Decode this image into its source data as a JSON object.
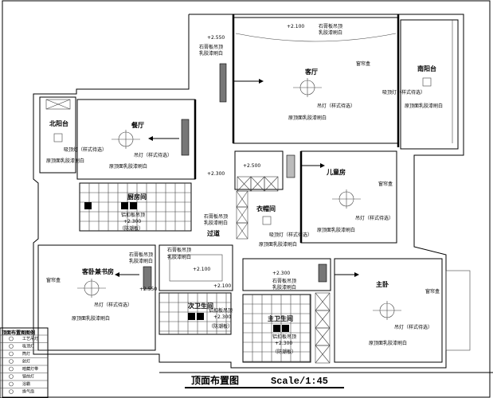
{
  "title": "顶面布置图",
  "scale": "Scale/1:45",
  "rooms": {
    "living": "客厅",
    "dining": "餐厅",
    "north_balcony": "北阳台",
    "south_balcony": "南阳台",
    "kitchen": "厨房间",
    "corridor": "过道",
    "cloakroom": "衣帽间",
    "kids_room": "儿童房",
    "guest_study": "客卧兼书房",
    "second_bath": "次卫生间",
    "master_bath": "主卫生间",
    "master_bed": "主卧"
  },
  "notes": {
    "gypsum_ceiling": "石膏板吊顶",
    "latex_white": "乳胶漆刷白",
    "pendant": "吊灯（样式待选）",
    "ceiling_lamp": "吸顶灯（样式待选）",
    "orig_top_white": "原顶面乳胶漆刷白",
    "curtain_box": "窗帘盒",
    "alu_ceiling": "铝扣板吊顶",
    "alu_height": "+2.300",
    "moistureproof": "（防潮板）",
    "h_2300": "+2.300",
    "h_2500": "+2.500",
    "h_2100": "+2.100",
    "h_2550": "+2.550"
  },
  "legend": {
    "title": "顶面布置图图例",
    "items": [
      "工艺吊灯",
      "吸顶灯",
      "筒灯",
      "射灯",
      "暗藏灯带",
      "镜前灯",
      "浴霸",
      "换气扇"
    ]
  }
}
